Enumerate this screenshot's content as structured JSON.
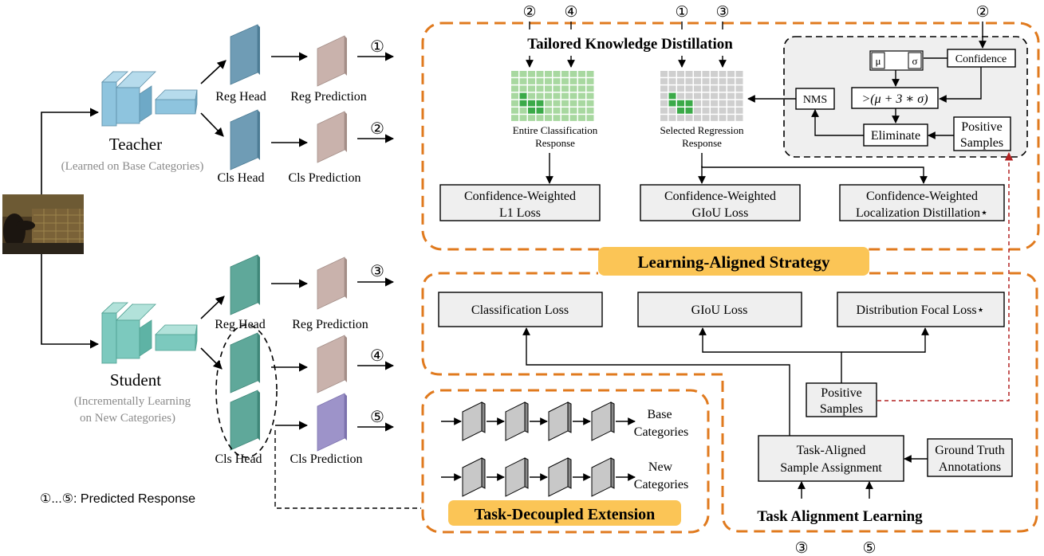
{
  "teacher": {
    "label": "Teacher",
    "sublabel": "(Learned on Base Categories)",
    "reg_head": "Reg Head",
    "reg_pred": "Reg Prediction",
    "cls_head": "Cls Head",
    "cls_pred": "Cls Prediction",
    "out_reg": "①",
    "out_cls": "②"
  },
  "student": {
    "label": "Student",
    "sublabel_line1": "(Incrementally Learning",
    "sublabel_line2": "on New Categories)",
    "reg_head": "Reg Head",
    "reg_pred": "Reg Prediction",
    "cls_head": "Cls Head",
    "cls_pred": "Cls Prediction",
    "out_reg": "③",
    "out_cls_base": "④",
    "out_cls_new": "⑤"
  },
  "legend": {
    "text": "①...⑤:  Predicted Response"
  },
  "learning_aligned": {
    "title": "Learning-Aligned Strategy",
    "tkd_title": "Tailored Knowledge Distillation",
    "cls_response_marks": [
      "②",
      "④"
    ],
    "reg_response_marks": [
      "①",
      "③"
    ],
    "cls_response_l1": "Entire Classification",
    "cls_response_l2": "Response",
    "reg_response_l1": "Selected Regression",
    "reg_response_l2": "Response",
    "conf_mark": "②",
    "mu": "μ",
    "sigma": "σ",
    "confidence": "Confidence",
    "threshold": ">(μ + 3 ∗ σ)",
    "nms": "NMS",
    "eliminate": "Eliminate",
    "positive_l1": "Positive",
    "positive_l2": "Samples",
    "loss1_l1": "Confidence-Weighted",
    "loss1_l2": "L1 Loss",
    "loss2_l1": "Confidence-Weighted",
    "loss2_l2": "GIoU Loss",
    "loss3_l1": "Confidence-Weighted",
    "loss3_l2": "Localization Distillation⋆"
  },
  "task_alignment": {
    "title": "Task Alignment Learning",
    "cls_loss": "Classification Loss",
    "giou_loss": "GIoU Loss",
    "dfl_loss": "Distribution Focal Loss⋆",
    "positive_l1": "Positive",
    "positive_l2": "Samples",
    "assign_l1": "Task-Aligned",
    "assign_l2": "Sample Assignment",
    "gt_l1": "Ground Truth",
    "gt_l2": "Annotations",
    "in_marks": [
      "③",
      "⑤"
    ]
  },
  "task_decoupled": {
    "title": "Task-Decoupled Extension",
    "base_l1": "Base",
    "base_l2": "Categories",
    "new_l1": "New",
    "new_l2": "Categories"
  },
  "colors": {
    "orange": "#E07A1E",
    "badge_fill": "#FBC556",
    "teacher_blue": "#8EC4DE",
    "student_teal": "#7CC9BE",
    "head_teacher": "#6F9CB5",
    "head_student": "#5FA89A",
    "pred_pink": "#C9B2AC",
    "pred_purple": "#9D93C9",
    "grid_green": "#A8D8A0",
    "grid_dark": "#3BAA48",
    "grid_gray": "#CFCFCF",
    "dashed_red": "#B22222"
  }
}
